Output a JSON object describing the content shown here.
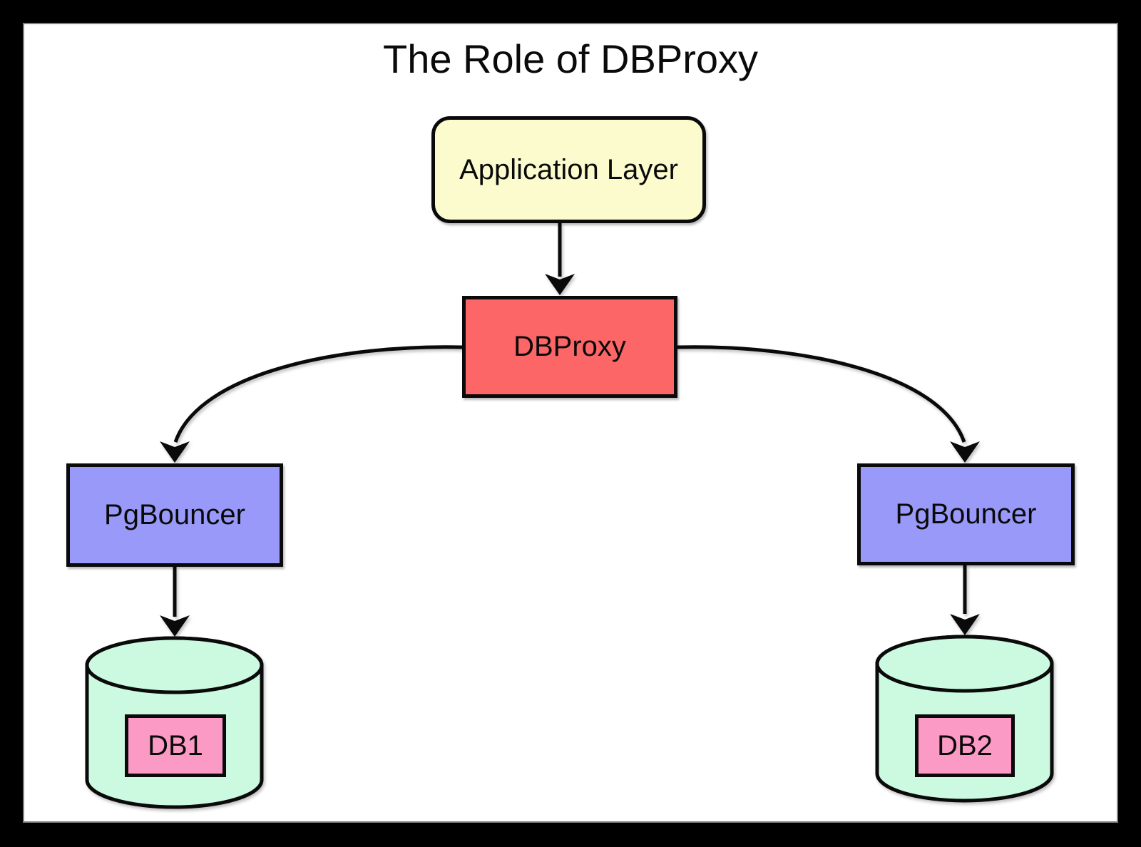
{
  "title": "The Role of DBProxy",
  "nodes": {
    "app_layer": {
      "label": "Application Layer",
      "shape": "rounded-rect"
    },
    "dbproxy": {
      "label": "DBProxy",
      "shape": "rect"
    },
    "pgbouncer_left": {
      "label": "PgBouncer",
      "shape": "rect"
    },
    "pgbouncer_right": {
      "label": "PgBouncer",
      "shape": "rect"
    },
    "db1": {
      "label": "DB1",
      "shape": "rect-in-cylinder"
    },
    "db2": {
      "label": "DB2",
      "shape": "rect-in-cylinder"
    }
  },
  "edges": [
    {
      "from": "app_layer",
      "to": "dbproxy",
      "style": "straight-arrow"
    },
    {
      "from": "dbproxy",
      "to": "pgbouncer_left",
      "style": "curved-arrow"
    },
    {
      "from": "dbproxy",
      "to": "pgbouncer_right",
      "style": "curved-arrow"
    },
    {
      "from": "pgbouncer_left",
      "to": "db1",
      "style": "straight-arrow"
    },
    {
      "from": "pgbouncer_right",
      "to": "db2",
      "style": "straight-arrow"
    }
  ],
  "colors": {
    "frame": "#000000",
    "canvas": "#FFFFFF",
    "app_layer_fill": "#FBFBCE",
    "dbproxy_fill": "#FC6666",
    "pgbouncer_fill": "#9999FA",
    "database_fill": "#CCFAE0",
    "db_label_fill": "#FC9AC6",
    "stroke": "#0A0A0A"
  }
}
